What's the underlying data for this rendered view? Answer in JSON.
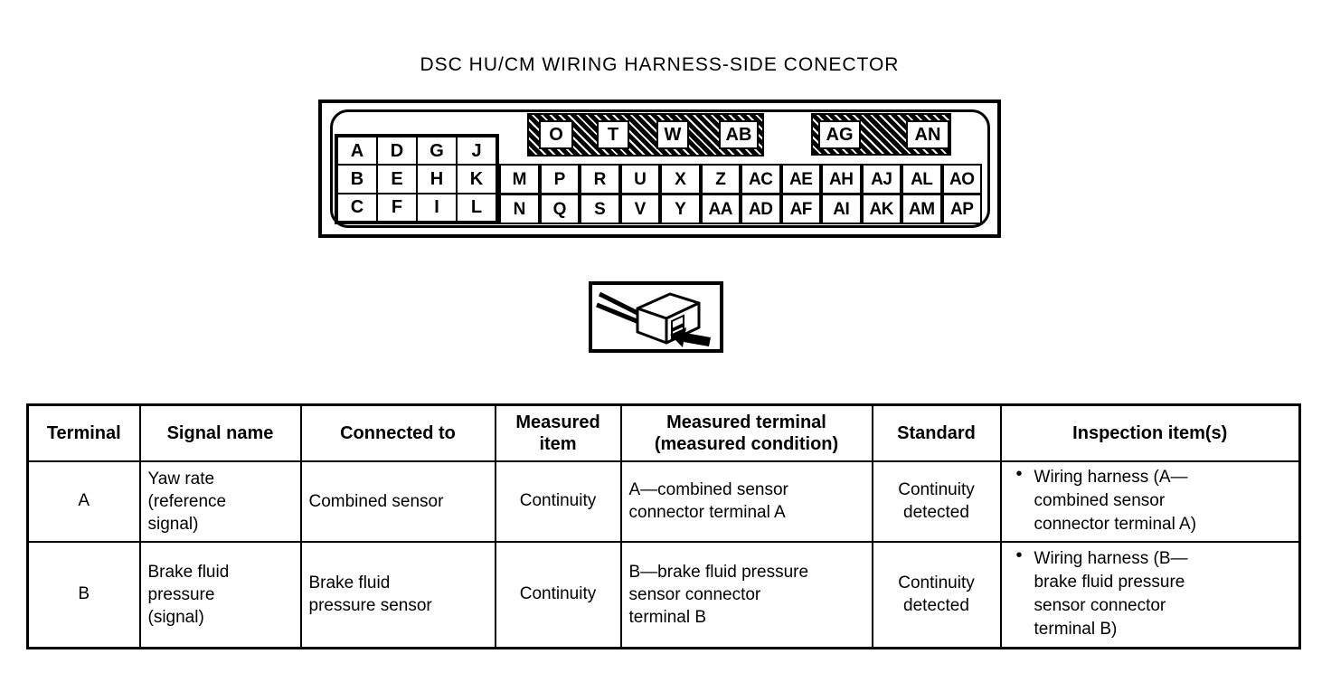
{
  "title": "DSC HU/CM WIRING HARNESS-SIDE CONECTOR",
  "icons": {
    "connector_diagram_icon": "connector-plug-with-arrow",
    "bullet": "•"
  },
  "connector": {
    "left_block_rows": [
      [
        "A",
        "D",
        "G",
        "J"
      ],
      [
        "B",
        "E",
        "H",
        "K"
      ],
      [
        "C",
        "F",
        "I",
        "L"
      ]
    ],
    "top_band_1": [
      "O",
      "T",
      "W",
      "AB"
    ],
    "top_band_2": [
      "AG",
      "AN"
    ],
    "middle_row": [
      "M",
      "P",
      "R",
      "U",
      "X",
      "Z",
      "AC",
      "AE",
      "AH",
      "AJ",
      "AL",
      "AO"
    ],
    "bottom_row": [
      "N",
      "Q",
      "S",
      "V",
      "Y",
      "AA",
      "AD",
      "AF",
      "AI",
      "AK",
      "AM",
      "AP"
    ]
  },
  "table": {
    "headers": [
      "Terminal",
      "Signal name",
      "Connected to",
      "Measured\nitem",
      "Measured terminal\n(measured condition)",
      "Standard",
      "Inspection item(s)"
    ],
    "rows": [
      {
        "terminal": "A",
        "signal_name": "Yaw rate\n(reference\nsignal)",
        "connected_to": "Combined sensor",
        "measured_item": "Continuity",
        "measured_terminal": "A—combined sensor\nconnector terminal A",
        "standard": "Continuity\ndetected",
        "inspection_items": [
          "Wiring harness (A—\ncombined sensor\nconnector terminal A)"
        ]
      },
      {
        "terminal": "B",
        "signal_name": "Brake fluid\npressure\n(signal)",
        "connected_to": "Brake fluid\npressure sensor",
        "measured_item": "Continuity",
        "measured_terminal": "B—brake fluid pressure\nsensor connector\nterminal B",
        "standard": "Continuity\ndetected",
        "inspection_items": [
          "Wiring harness (B—\nbrake fluid pressure\nsensor connector\nterminal B)"
        ]
      }
    ]
  },
  "colors": {
    "ink": "#000000",
    "paper": "#ffffff"
  }
}
